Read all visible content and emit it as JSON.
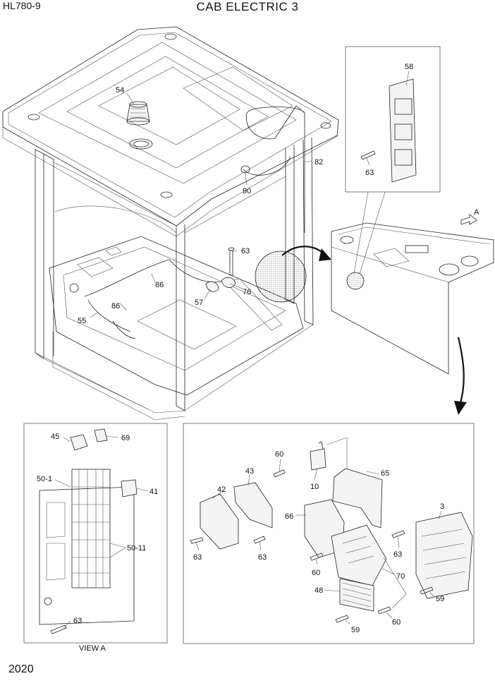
{
  "header": {
    "model": "HL780-9",
    "title": "CAB ELECTRIC 3"
  },
  "footer": {
    "page": "2020",
    "view_caption": "VIEW A"
  },
  "inset": {
    "arrow_label": "A"
  },
  "callouts": {
    "c54": "54",
    "c58": "58",
    "c63a": "63",
    "c82": "82",
    "c90": "90",
    "c63b": "63",
    "c86a": "86",
    "c76": "76",
    "c57": "57",
    "c86b": "86",
    "c55": "55",
    "c45": "45",
    "c69": "69",
    "c50_1": "50-1",
    "c41": "41",
    "c50_11": "50-11",
    "c63c": "63",
    "c60a": "60",
    "c43": "43",
    "c65": "65",
    "c42": "42",
    "c10": "10",
    "c3": "3",
    "c66": "66",
    "c63d": "63",
    "c63e": "63",
    "c63f": "63",
    "c60b": "60",
    "c70": "70",
    "c48": "48",
    "c59a": "59",
    "c60c": "60",
    "c59b": "59"
  }
}
